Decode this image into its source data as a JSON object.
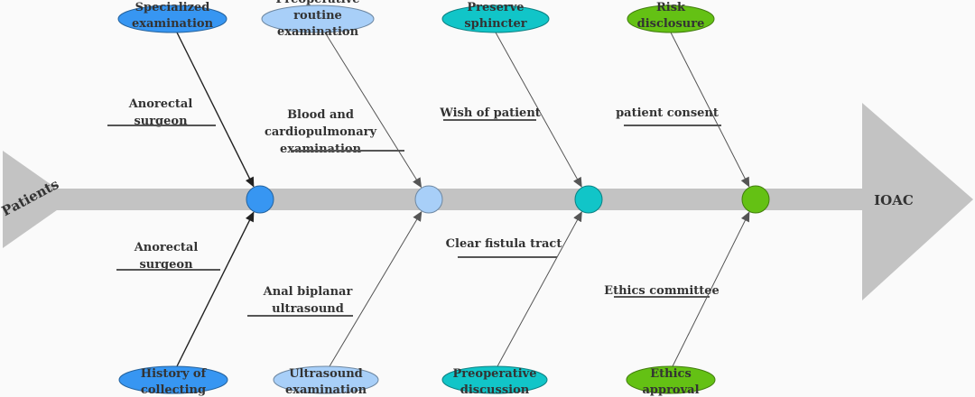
{
  "diagram": {
    "tail_label": "Patients",
    "head_label": "IOAC",
    "colors": {
      "spine": "#c3c3c3",
      "blue": "#3796f2",
      "light_blue": "#a8cff8",
      "teal": "#11c5c8",
      "green": "#64c114",
      "text": "#333333",
      "underline": "#555555"
    },
    "groups": [
      {
        "hub_color": "#3796f2",
        "top_node": [
          "Specialized",
          "examination"
        ],
        "top_cause": [
          "Anorectal",
          "surgeon"
        ],
        "bottom_node": [
          "History of",
          "collecting"
        ],
        "bottom_cause": [
          "Anorectal",
          "surgeon"
        ]
      },
      {
        "hub_color": "#a8cff8",
        "top_node": [
          "Preoperative",
          "routine",
          "examination"
        ],
        "top_cause": [
          "Blood and",
          "cardiopulmonary",
          "examination"
        ],
        "bottom_node": [
          "Ultrasound",
          "examination"
        ],
        "bottom_cause": [
          "Anal biplanar",
          "ultrasound"
        ]
      },
      {
        "hub_color": "#11c5c8",
        "top_node": [
          "Preserve",
          "sphincter"
        ],
        "top_cause": [
          "Wish of patient"
        ],
        "bottom_node": [
          "Preoperative",
          "discussion"
        ],
        "bottom_cause": [
          "Clear fistula tract"
        ]
      },
      {
        "hub_color": "#64c114",
        "top_node": [
          "Risk",
          "disclosure"
        ],
        "top_cause": [
          "patient consent"
        ],
        "bottom_node": [
          "Ethics",
          "approval"
        ],
        "bottom_cause": [
          "Ethics committee"
        ]
      }
    ]
  }
}
